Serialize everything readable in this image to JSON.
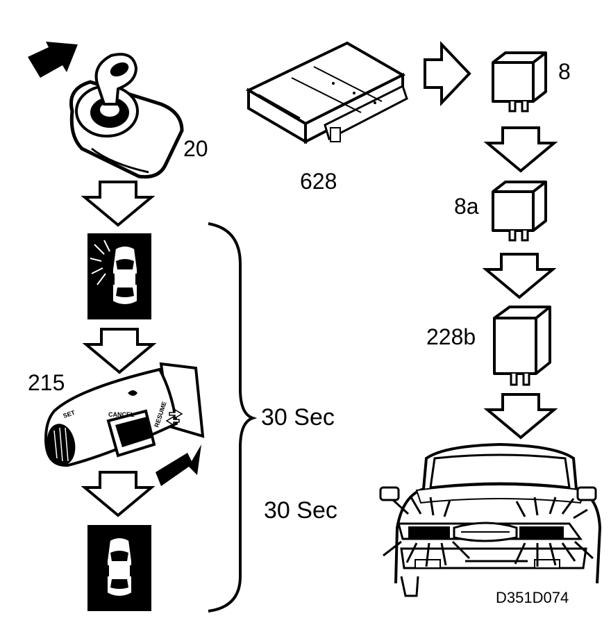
{
  "labels": {
    "ignition": "20",
    "module": "628",
    "relay_8": "8",
    "relay_8a": "8a",
    "relay_228b": "228b",
    "stalk": "215",
    "timer_1": "30 Sec",
    "timer_2": "30 Sec",
    "drawing_code": "D351D074"
  },
  "stalk_text": {
    "cancel": "CANCEL",
    "set": "SET",
    "resume": "RESUME"
  },
  "colors": {
    "ink": "#000000",
    "paper": "#ffffff"
  }
}
